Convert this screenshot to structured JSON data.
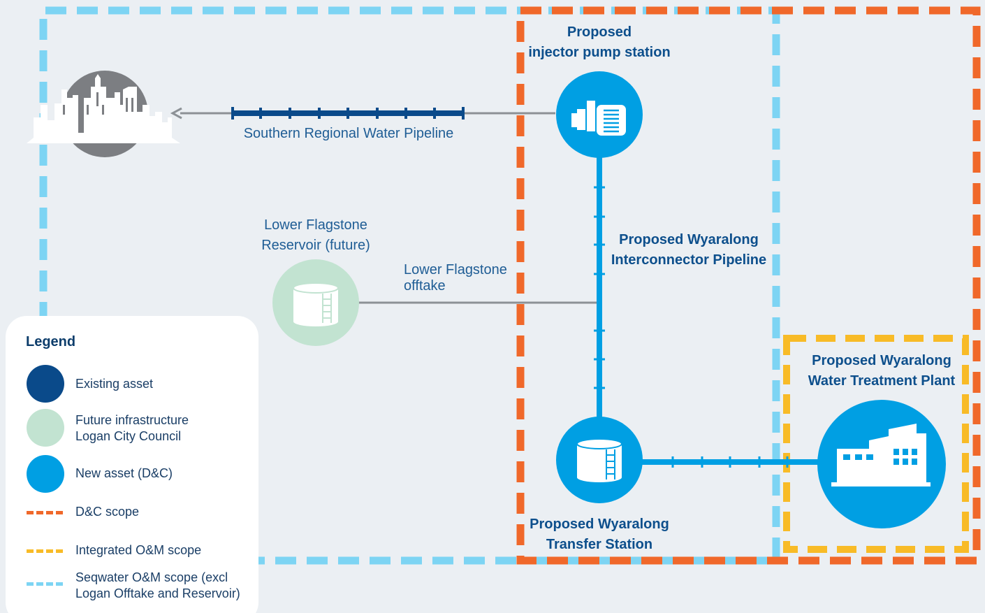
{
  "labels": {
    "injector_station": [
      "Proposed",
      "injector pump station"
    ],
    "southern_pipeline": "Southern Regional Water Pipeline",
    "lower_flagstone_reservoir": [
      "Lower Flagstone",
      "Reservoir (future)"
    ],
    "lower_flagstone_offtake": [
      "Lower Flagstone",
      "offtake"
    ],
    "interconnector_pipeline": [
      "Proposed Wyaralong",
      "Interconnector Pipeline"
    ],
    "treatment_plant": [
      "Proposed Wyaralong",
      "Water Treatment Plant"
    ],
    "transfer_station": [
      "Proposed Wyaralong",
      "Transfer Station"
    ]
  },
  "legend": {
    "title": "Legend",
    "items": [
      {
        "kind": "circle",
        "color": "#0a4a8a",
        "text": [
          "Existing asset"
        ]
      },
      {
        "kind": "circle",
        "color": "#c2e3d1",
        "text": [
          "Future infrastructure",
          "Logan City Council"
        ]
      },
      {
        "kind": "circle",
        "color": "#009fe3",
        "text": [
          "New asset (D&C)"
        ]
      },
      {
        "kind": "dash",
        "color": "#f0682a",
        "text": [
          "D&C scope"
        ]
      },
      {
        "kind": "dash",
        "color": "#f8bb27",
        "text": [
          "Integrated O&M scope"
        ]
      },
      {
        "kind": "dash",
        "color": "#7dd4f3",
        "text": [
          "Seqwater O&M scope (excl",
          "Logan Offtake and Reservoir)"
        ]
      }
    ]
  },
  "colors": {
    "existing": "#0a4a8a",
    "future": "#c2e3d1",
    "new": "#009fe3",
    "dc_scope": "#f0682a",
    "om_scope": "#f8bb27",
    "seqwater_scope": "#7dd4f3",
    "city": "#7c7e82",
    "connector": "#8c9196"
  },
  "icons": {
    "city": "city-skyline-icon",
    "injector": "pump-station-icon",
    "reservoir": "reservoir-tank-icon",
    "transfer": "reservoir-tank-icon",
    "plant": "treatment-plant-icon"
  }
}
